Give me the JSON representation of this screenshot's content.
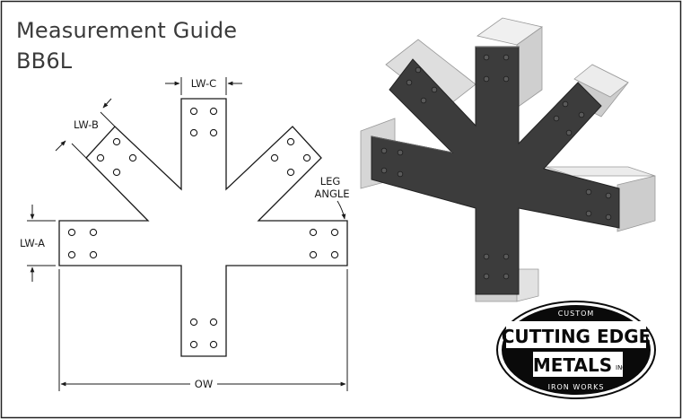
{
  "title": "Measurement Guide",
  "model": "BB6L",
  "labels": {
    "lw_a": "LW-A",
    "lw_b": "LW-B",
    "lw_c": "LW-C",
    "leg_angle_1": "LEG",
    "leg_angle_2": "ANGLE",
    "ow": "OW"
  },
  "logo": {
    "top": "CUSTOM",
    "line1": "CUTTING EDGE",
    "line2": "METALS",
    "inc": "INC.",
    "bottom": "IRON WORKS"
  },
  "colors": {
    "line": "#1a1a1a",
    "plate": "#3c3c3c",
    "wood": "#d8d8d8",
    "logo_bg": "#0a0a0a"
  }
}
